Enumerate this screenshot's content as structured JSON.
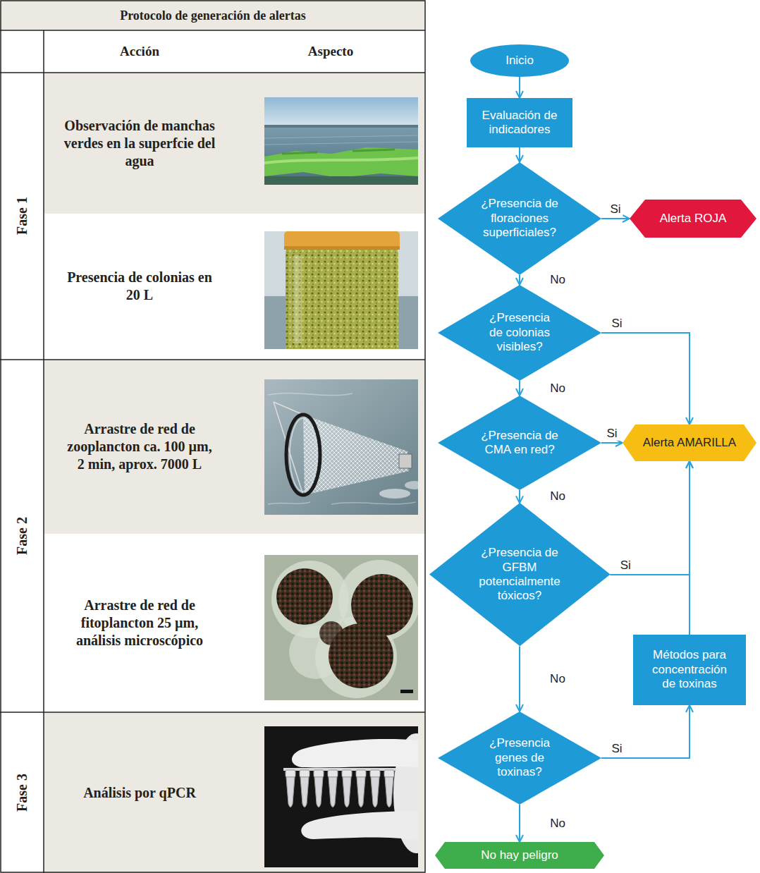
{
  "diagram": {
    "title": "Protocolo de generación de alertas",
    "nodes": [
      {
        "text": [
          "Inicio"
        ]
      },
      {
        "text": [
          "Evaluación de indicadores"
        ]
      },
      {
        "text": [
          "¿Presencia de floraciones superficiales?"
        ]
      },
      {
        "text": [
          "Alerta ROJA"
        ]
      },
      {
        "text": [
          "¿Presencia de colonias visibles?"
        ]
      },
      {
        "text": [
          "¿Presencia de CMA en red?"
        ]
      },
      {
        "text": [
          "Alerta AMARILLA"
        ]
      },
      {
        "text": [
          "¿Presencia de GFBM potencialmente tóxicos?"
        ]
      },
      {
        "text": [
          "Métodos para concentración de toxinas"
        ]
      },
      {
        "text": [
          "¿Presencia genes de toxinas?"
        ]
      },
      {
        "text": [
          "No hay peligro"
        ]
      }
    ],
    "edges": [
      {
        "from": 0,
        "to": 1,
        "arrow": "to"
      },
      {
        "from": 1,
        "to": 2,
        "arrow": "to"
      },
      {
        "from": 2,
        "to": 3,
        "label": "Si",
        "arrow": "to"
      },
      {
        "from": 2,
        "to": 4,
        "label": "No",
        "arrow": "to"
      },
      {
        "from": 4,
        "to": 6,
        "label": "Si",
        "arrow": "to"
      },
      {
        "from": 4,
        "to": 5,
        "label": "No",
        "arrow": "to"
      },
      {
        "from": 5,
        "to": 6,
        "label": "Si",
        "arrow": "to"
      },
      {
        "from": 5,
        "to": 7,
        "label": "No",
        "arrow": "to"
      },
      {
        "from": 7,
        "to": 6,
        "label": "Si",
        "arrow": "to"
      },
      {
        "from": 7,
        "to": 9,
        "label": "No",
        "arrow": "to"
      },
      {
        "from": 9,
        "to": 8,
        "label": "Si",
        "arrow": "to"
      },
      {
        "from": 8,
        "to": 6,
        "arrow": "to"
      },
      {
        "from": 9,
        "to": 10,
        "label": "No",
        "arrow": "to"
      }
    ],
    "labels": [
      "Acción",
      "Aspecto",
      "Fase 1",
      "Observación de manchas verdes en la superfcie del agua",
      "Presencia de colonias en 20 L",
      "Fase 2",
      "Arrastre de red de zooplancton ca. 100 µm, 2 min, aprox. 7000 L",
      "Arrastre de red de fitoplancton 25 µm, análisis microscópico",
      "Fase 3",
      "Análisis por qPCR"
    ]
  }
}
